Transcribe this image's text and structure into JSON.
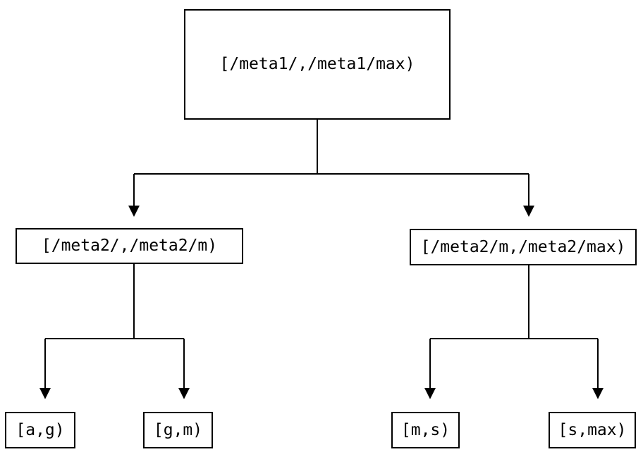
{
  "diagram": {
    "type": "tree",
    "colors": {
      "background": "#ffffff",
      "line": "#000000",
      "text": "#000000"
    },
    "nodes": {
      "root": {
        "label": "[/meta1/,/meta1/max)"
      },
      "meta2_low": {
        "label": "[/meta2/,/meta2/m)"
      },
      "meta2_high": {
        "label": "[/meta2/m,/meta2/max)"
      },
      "leaf_ag": {
        "label": "[a,g)"
      },
      "leaf_gm": {
        "label": "[g,m)"
      },
      "leaf_ms": {
        "label": "[m,s)"
      },
      "leaf_smax": {
        "label": "[s,max)"
      }
    },
    "edges": [
      {
        "from": "root",
        "to": "meta2_low"
      },
      {
        "from": "root",
        "to": "meta2_high"
      },
      {
        "from": "meta2_low",
        "to": "leaf_ag"
      },
      {
        "from": "meta2_low",
        "to": "leaf_gm"
      },
      {
        "from": "meta2_high",
        "to": "leaf_ms"
      },
      {
        "from": "meta2_high",
        "to": "leaf_smax"
      }
    ]
  }
}
